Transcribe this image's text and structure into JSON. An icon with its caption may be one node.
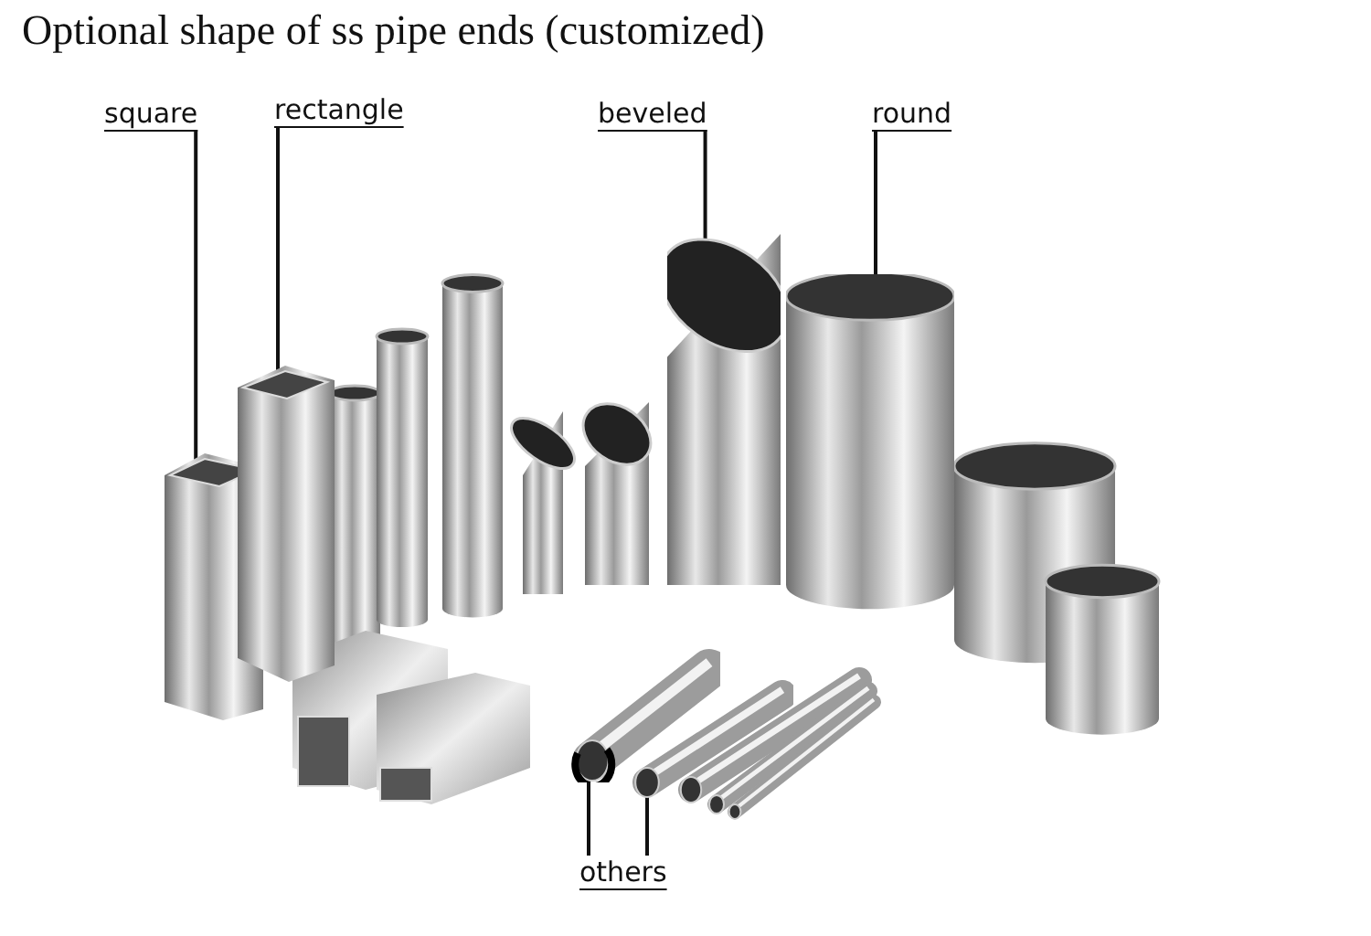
{
  "diagram": {
    "title": "Optional shape of ss pipe ends (customized)",
    "nodes": [
      {
        "text": [
          "square"
        ]
      },
      {
        "text": [],
        "shape": "picture"
      },
      {
        "text": [
          "rectangle"
        ]
      },
      {
        "text": [],
        "shape": "picture"
      },
      {
        "text": [
          "beveled"
        ]
      },
      {
        "text": [],
        "shape": "picture"
      },
      {
        "text": [
          "round"
        ]
      },
      {
        "text": [],
        "shape": "picture"
      },
      {
        "text": [
          "others"
        ]
      },
      {
        "text": [],
        "shape": "picture"
      },
      {
        "text": [],
        "shape": "picture"
      }
    ],
    "edges": [
      {
        "from": 0,
        "to": 1,
        "arrow": "none"
      },
      {
        "from": 2,
        "to": 3,
        "arrow": "none"
      },
      {
        "from": 4,
        "to": 5,
        "arrow": "none"
      },
      {
        "from": 6,
        "to": 7,
        "arrow": "none"
      },
      {
        "from": 8,
        "to": 9,
        "arrow": "none"
      },
      {
        "from": 8,
        "to": 10,
        "arrow": "none"
      }
    ]
  }
}
